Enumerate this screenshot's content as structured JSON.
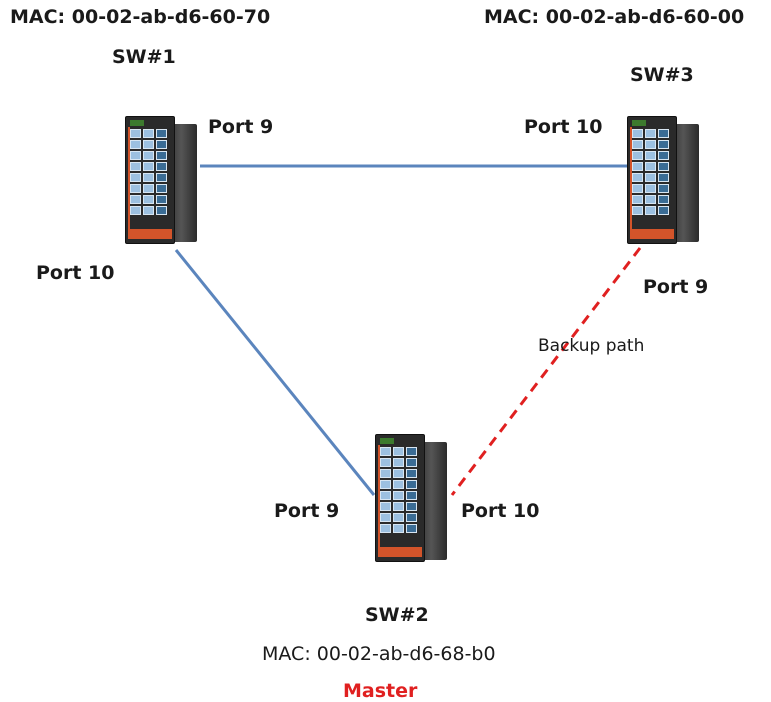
{
  "sw1": {
    "mac": "MAC: 00-02-ab-d6-60-70",
    "name": "SW#1",
    "port_a": "Port 9",
    "port_b": "Port 10"
  },
  "sw3": {
    "mac": "MAC: 00-02-ab-d6-60-00",
    "name": "SW#3",
    "port_a": "Port 10",
    "port_b": "Port 9"
  },
  "sw2": {
    "name": "SW#2",
    "mac": "MAC: 00-02-ab-d6-68-b0",
    "role": "Master",
    "port_a": "Port 9",
    "port_b": "Port 10"
  },
  "links": {
    "backup_label": "Backup path"
  },
  "colors": {
    "primary_link": "#5b85bd",
    "backup_link": "#e02020",
    "master": "#e02020"
  },
  "icons": [
    "industrial-switch-icon"
  ]
}
